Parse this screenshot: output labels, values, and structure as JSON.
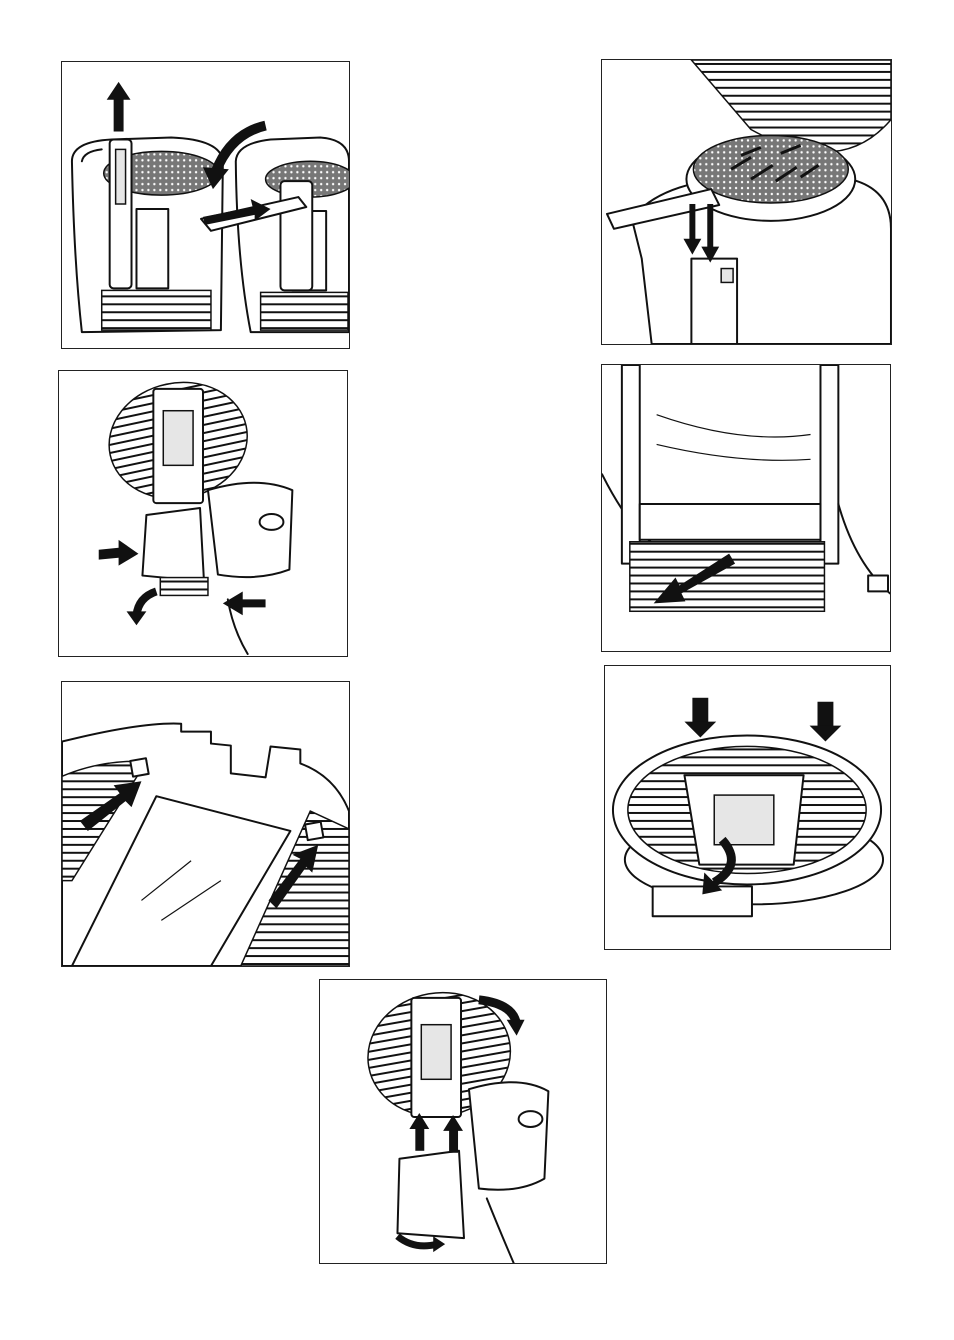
{
  "page": {
    "description_free": true
  },
  "figures": [
    {
      "id": "fig-1",
      "icons": [
        "arrow-up-icon",
        "curved-arrow-icon",
        "arrow-right-icon"
      ]
    },
    {
      "id": "fig-2",
      "icons": [
        "arrow-down-icon"
      ]
    },
    {
      "id": "fig-3",
      "icons": [
        "arrow-left-icon",
        "arrow-right-icon",
        "curved-arrow-icon"
      ]
    },
    {
      "id": "fig-4",
      "icons": [
        "arrow-down-left-icon"
      ]
    },
    {
      "id": "fig-5",
      "icons": [
        "arrow-up-right-icon"
      ]
    },
    {
      "id": "fig-6",
      "icons": [
        "arrow-down-icon",
        "curved-arrow-icon"
      ]
    },
    {
      "id": "fig-7",
      "icons": [
        "arrow-up-icon",
        "curved-arrow-icon"
      ]
    }
  ],
  "colors": {
    "line": "#111111",
    "background": "#ffffff",
    "shade": "#e6e6e6"
  }
}
